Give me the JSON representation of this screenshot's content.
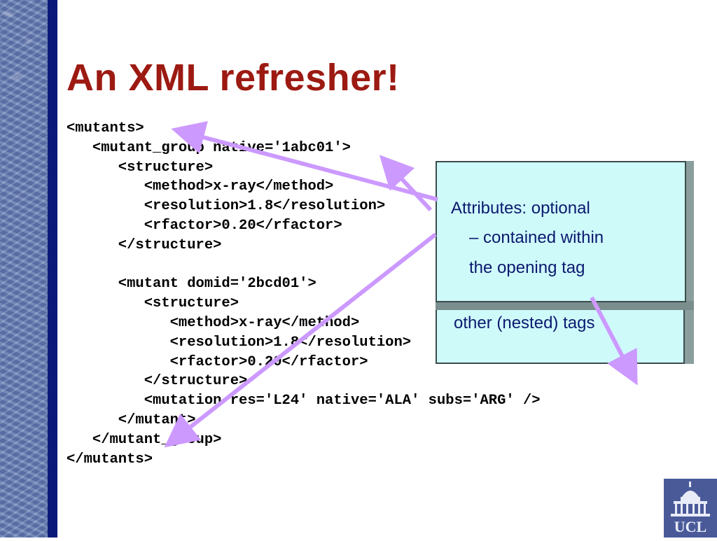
{
  "title": "An XML refresher!",
  "code_lines": [
    "<mutants>",
    "   <mutant_group native='1abc01'>",
    "      <structure>",
    "         <method>x-ray</method>",
    "         <resolution>1.8</resolution>",
    "         <rfactor>0.20</rfactor>",
    "      </structure>",
    "",
    "      <mutant domid='2bcd01'>",
    "         <structure>",
    "            <method>x-ray</method>",
    "            <resolution>1.8</resolution>",
    "            <rfactor>0.20</rfactor>",
    "         </structure>",
    "         <mutation res='L24' native='ALA' subs='ARG' />",
    "      </mutant>",
    "   </mutant_group>",
    "</mutants>"
  ],
  "callouts": {
    "back_box_text": "other (nested) tags",
    "front_box_line1": "Attributes: optional",
    "front_box_line2": "– contained within",
    "front_box_line3": "the opening tag"
  },
  "logo": {
    "text": "UCL"
  },
  "colors": {
    "title": "#9c1a12",
    "callout_fill": "#cffafa",
    "callout_text": "#0b1a6e",
    "arrow": "#cc99ff",
    "sidebar_stripe": "#0b1a7a"
  }
}
